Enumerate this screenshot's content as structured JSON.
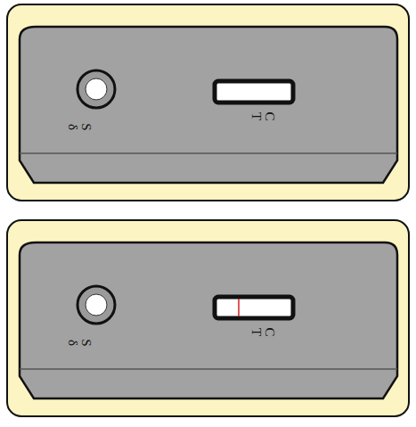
{
  "diagram": {
    "labels": [
      "S",
      "δ",
      "C",
      "T",
      "S",
      "δ",
      "C",
      "T"
    ]
  }
}
